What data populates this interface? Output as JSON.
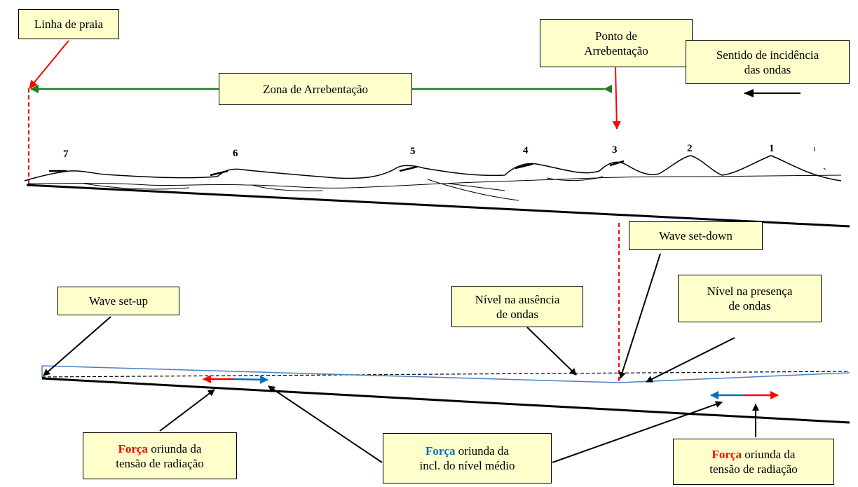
{
  "labels": {
    "linha_de_praia": "Linha de praia",
    "ponto_arrebentacao_1": "Ponto de",
    "ponto_arrebentacao_2": "Arrebentação",
    "sentido_1": "Sentido de incidência",
    "sentido_2": "das ondas",
    "zona": "Zona de Arrebentação",
    "wave_set_down": "Wave set-down",
    "wave_set_up": "Wave set-up",
    "nivel_ausencia_1": "Nível na ausência",
    "nivel_ausencia_2": "de ondas",
    "nivel_presenca_1": "Nível na presença",
    "nivel_presenca_2": "de ondas",
    "forca_word": "Força",
    "radiacao_rest_1": " oriunda da",
    "radiacao_rest_2": "tensão de radiação",
    "nivel_medio_rest_1": " oriunda da",
    "nivel_medio_rest_2": "incl. do nível médio",
    "wave_numbers": [
      "7",
      "6",
      "5",
      "4",
      "3",
      "2",
      "1"
    ]
  },
  "colors": {
    "annotation_red": "#ff0000",
    "zone_green": "#1e7b1e",
    "water_blue": "#4a7fc1",
    "force_blue": "#0070c0",
    "box_fill": "#ffffcc"
  }
}
